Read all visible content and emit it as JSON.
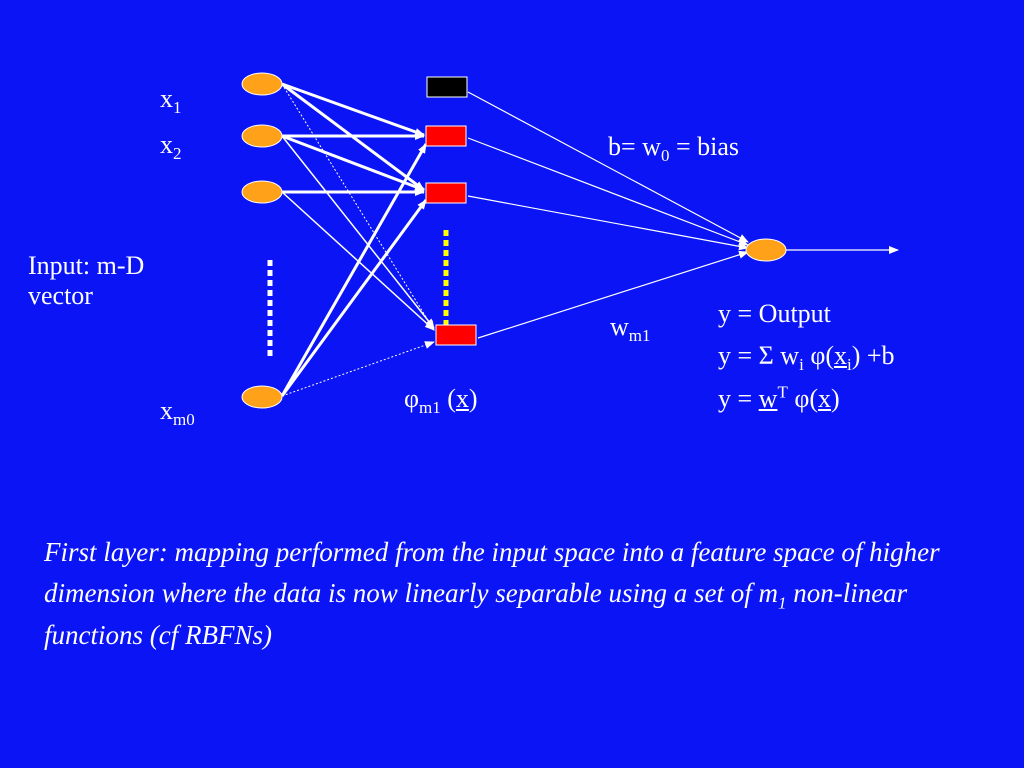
{
  "colors": {
    "background": "#0a14f5",
    "input_node": "#ffa21a",
    "hidden_unit": "#ff0000",
    "bias_unit": "#000000",
    "dots_input": "#ffffff",
    "dots_hidden": "#ffff00",
    "text": "#ffffff"
  },
  "inputs": {
    "description": "Input: m-D vector",
    "x1": {
      "base": "x",
      "sub": "1"
    },
    "x2": {
      "base": "x",
      "sub": "2"
    },
    "xm0": {
      "base": "x",
      "sub": "m0"
    }
  },
  "bias": {
    "prefix": "b= w",
    "sub": "0",
    "suffix": " = bias"
  },
  "weight": {
    "base": "w",
    "sub": "m1"
  },
  "phi": {
    "symbol": "φ",
    "sub": "m1",
    "open": " (",
    "arg": "x",
    "close": ")"
  },
  "formulas": {
    "line1": "y = Output",
    "line2": {
      "a": "y = Σ w",
      "sub_i": "i",
      "b": " φ(",
      "arg": "x",
      "sub_i2": "i",
      "c": ") +b"
    },
    "line3": {
      "a": "y = ",
      "w": "w",
      "sup": "T",
      "b": " φ(",
      "arg": "x",
      "c": ")"
    }
  },
  "caption": {
    "part1": "First layer: mapping performed from the input space into a feature space of higher dimension where the data is now linearly separable using a set of m",
    "sub": "1",
    "part2": " non-linear functions (cf RBFNs)"
  }
}
